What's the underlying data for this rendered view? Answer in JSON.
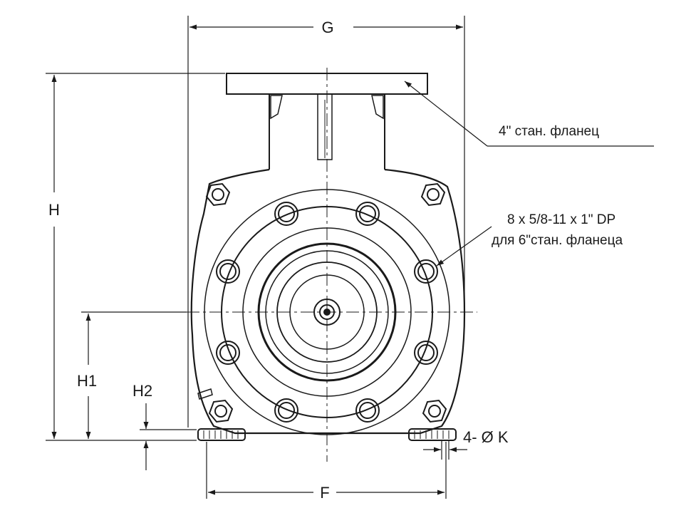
{
  "dimensions": {
    "G": "G",
    "H": "H",
    "H1": "H1",
    "H2": "H2",
    "F": "F",
    "K": "4- Ø K"
  },
  "callouts": {
    "discharge_flange": "4\" стан. фланец",
    "bolt_spec_line1": "8 x 5/8-11 x 1\" DP",
    "bolt_spec_line2": "для 6\"стан. фланеца"
  },
  "colors": {
    "line": "#1a1a1a",
    "background": "#ffffff"
  }
}
